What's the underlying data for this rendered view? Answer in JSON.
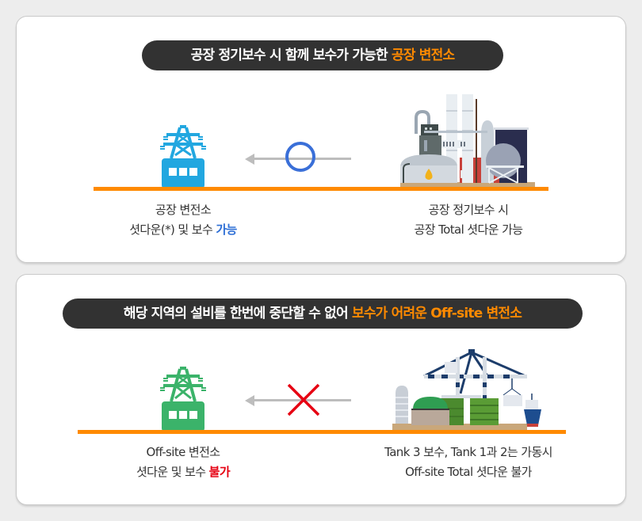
{
  "panel1": {
    "banner": {
      "text": "공장 정기보수 시 함께 보수가 가능한 ",
      "highlight": "공장 변전소",
      "highlight_color": "#ff8a00"
    },
    "left_icon": "transmission-tower-icon",
    "left_icon_color": "#22a7e0",
    "right_icon": "factory-plant-icon",
    "status_symbol": "O",
    "status_meaning": "possible",
    "status_color": "#3a6fd8",
    "left_caption": {
      "line1": "공장 변전소",
      "line2_prefix": "셧다운(*) 및 보수 ",
      "line2_highlight": "가능",
      "highlight_color": "#2e6fd6"
    },
    "right_caption": {
      "line1": "공장 정기보수 시",
      "line2": "공장 Total 셧다운 가능"
    }
  },
  "panel2": {
    "banner": {
      "text": "해당 지역의 설비를 한번에 중단할 수 없어 ",
      "highlight": "보수가 어려운 Off-site 변전소",
      "highlight_color": "#ff8a00"
    },
    "left_icon": "transmission-tower-icon",
    "left_icon_color": "#3bb36a",
    "right_icon": "port-tank-crane-ship-icon",
    "status_symbol": "X",
    "status_meaning": "impossible",
    "status_color": "#e60012",
    "left_caption": {
      "line1": "Off-site 변전소",
      "line2_prefix": "셧다운 및 보수 ",
      "line2_highlight": "불가",
      "highlight_color": "#e60012"
    },
    "right_caption": {
      "line1": "Tank 3 보수, Tank 1과 2는 가동시",
      "line2": "Off-site Total 셧다운 불가"
    }
  },
  "colors": {
    "ground_line": "#ff8a00",
    "banner_bg": "#323232",
    "arrow": "#bdbdbd",
    "page_bg": "#ededed"
  }
}
